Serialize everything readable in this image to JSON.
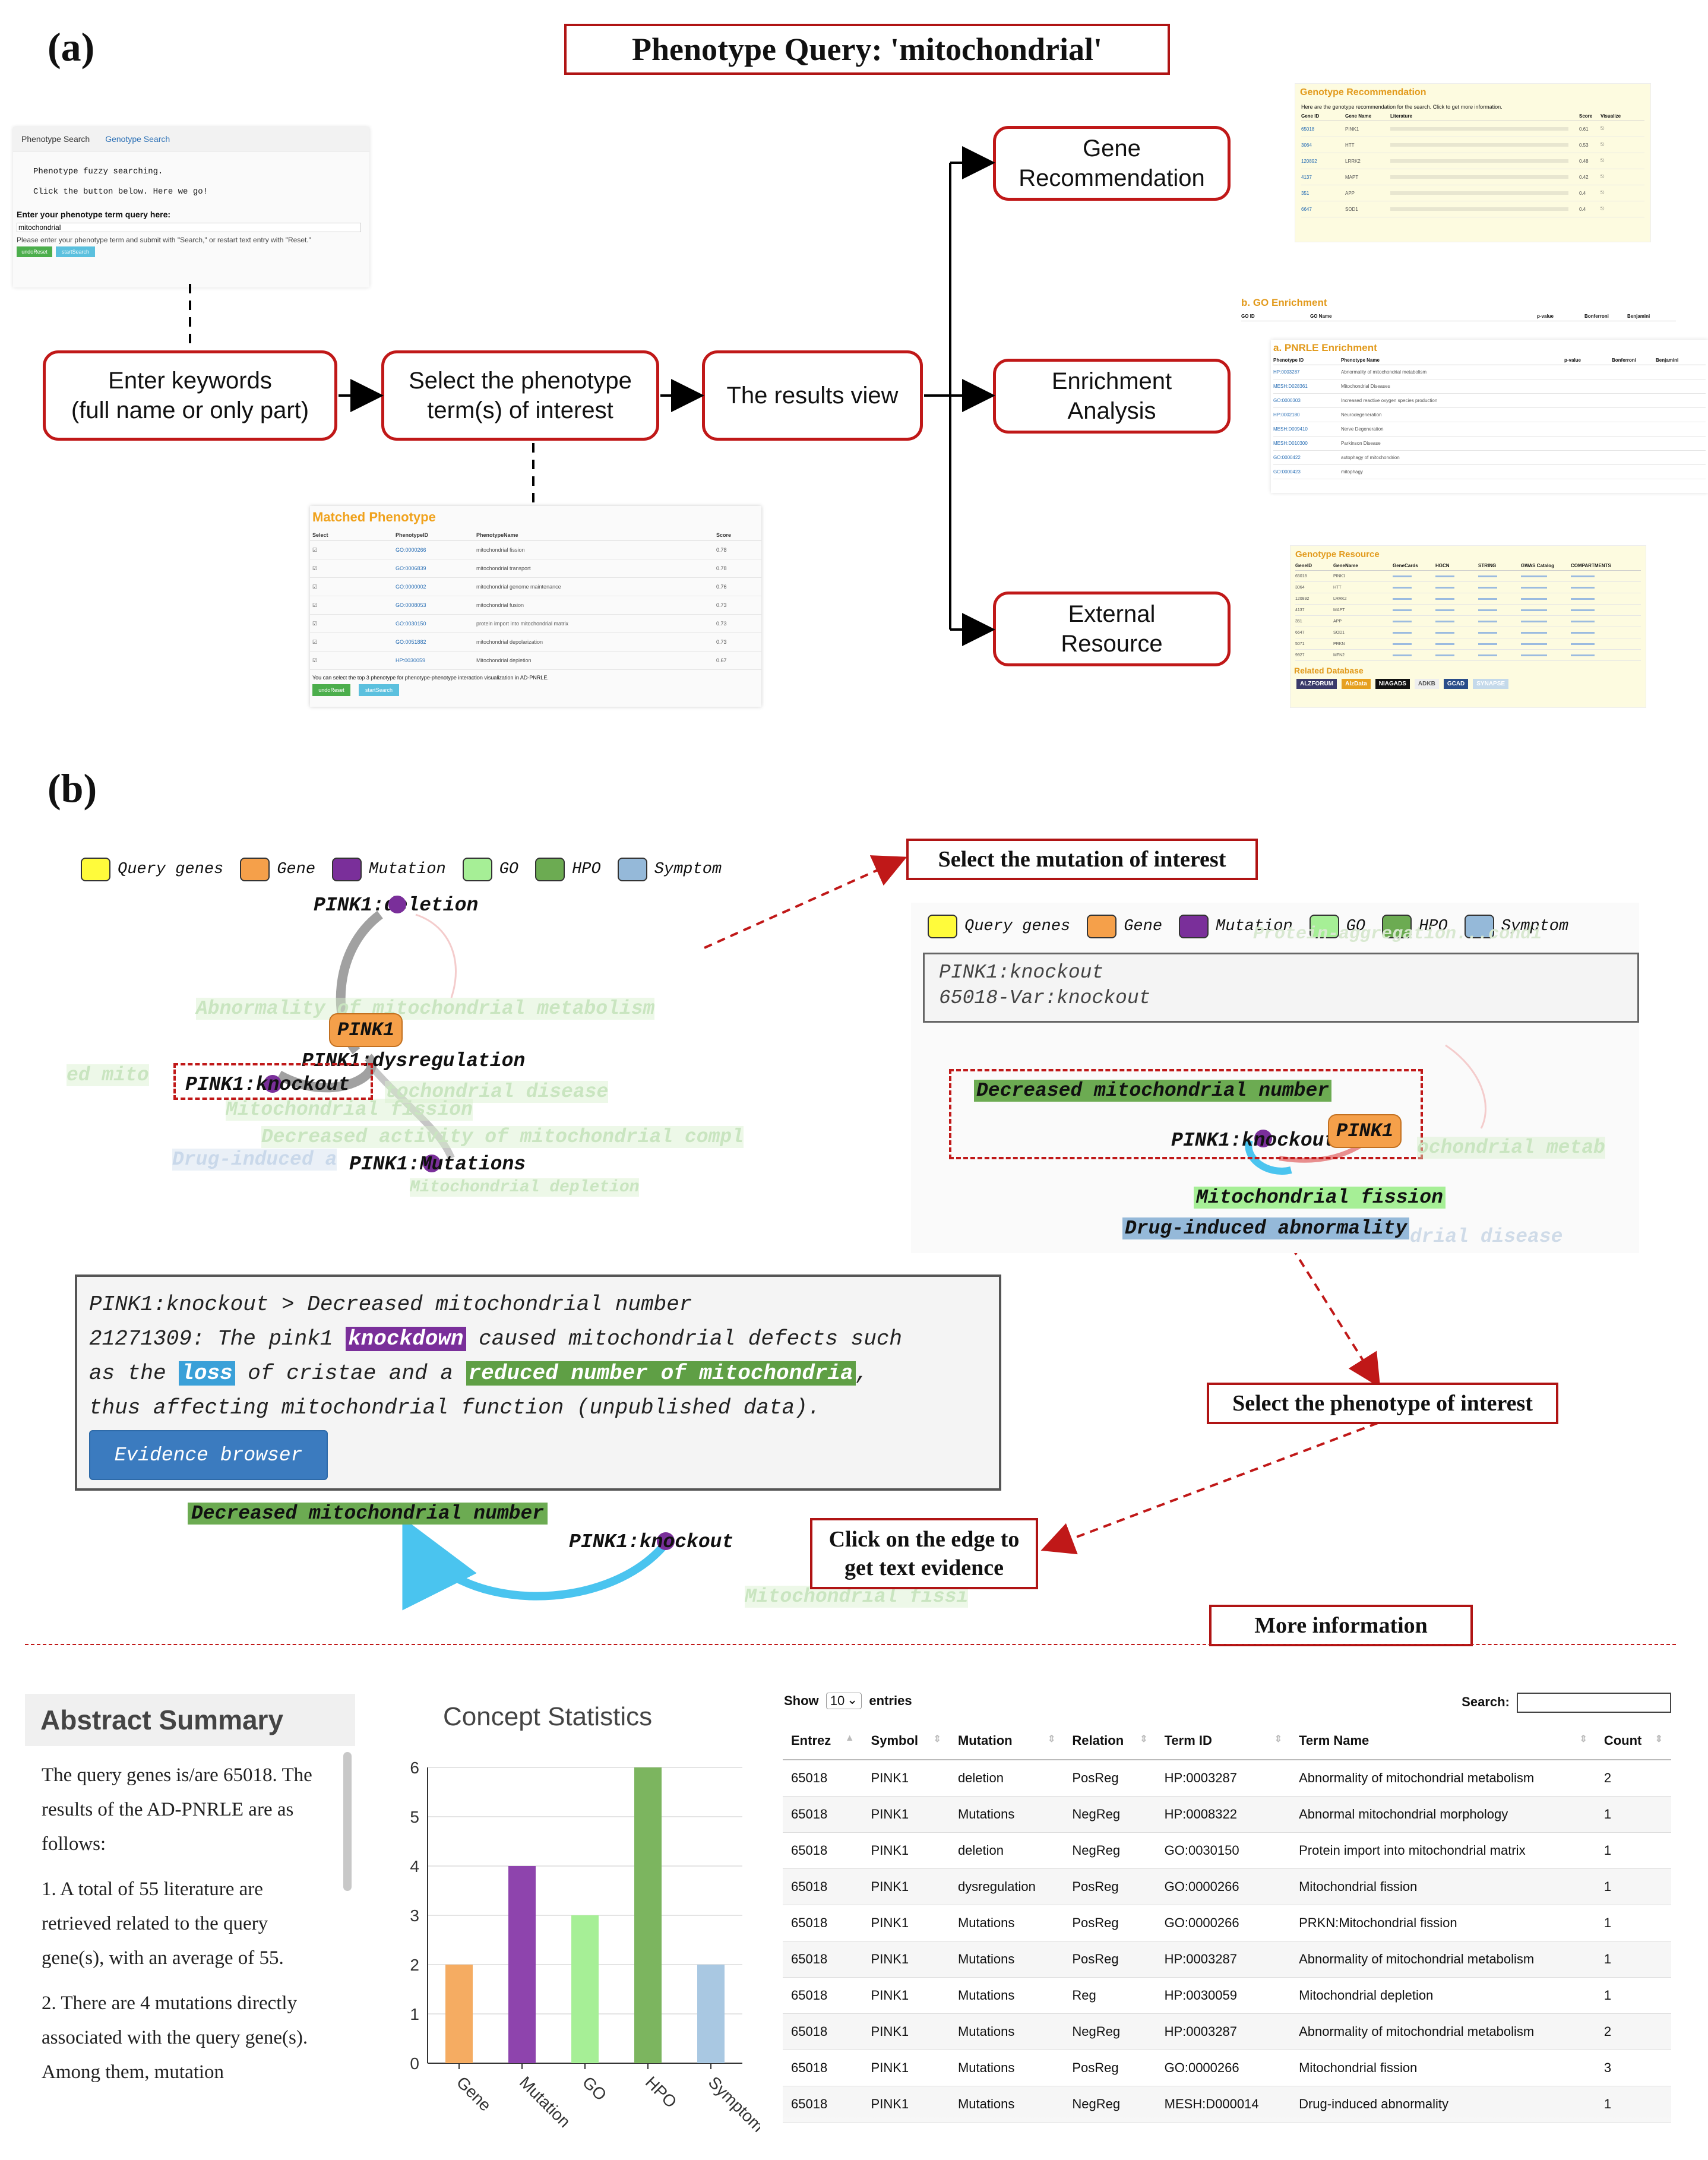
{
  "part_a": {
    "label": "(a)",
    "title": "Phenotype Query: 'mitochondrial'",
    "flow": {
      "enter": "Enter keywords\n(full name or only part)",
      "select": "Select the phenotype\nterm(s) of interest",
      "results": "The results view",
      "gene_rec": "Gene\nRecommendation",
      "enrich": "Enrichment\nAnalysis",
      "external": "External\nResource"
    },
    "search_panel": {
      "tab1": "Phenotype Search",
      "tab2": "Genotype Search",
      "line1": "Phenotype fuzzy searching.",
      "line2": "Click the button below. Here we go!",
      "prompt": "Enter your phenotype term query here:",
      "value": "mitochondrial",
      "hint": "Please enter your phenotype term and submit with \"Search,\" or restart text entry with \"Reset.\"",
      "btn1": "undoReset",
      "btn2": "startSearch"
    },
    "matched_panel": {
      "title": "Matched Phenotype",
      "headers": [
        "Select",
        "PhenotypeID",
        "PhenotypeName",
        "Score"
      ],
      "rows": [
        [
          "GO:0000266",
          "mitochondrial fission",
          "0.78"
        ],
        [
          "GO:0006839",
          "mitochondrial transport",
          "0.78"
        ],
        [
          "GO:0000002",
          "mitochondrial genome maintenance",
          "0.76"
        ],
        [
          "GO:0008053",
          "mitochondrial fusion",
          "0.73"
        ],
        [
          "GO:0030150",
          "protein import into mitochondrial matrix",
          "0.73"
        ],
        [
          "GO:0051882",
          "mitochondrial depolarization",
          "0.73"
        ],
        [
          "HP:0030059",
          "Mitochondrial depletion",
          "0.67"
        ]
      ],
      "footer": "You can select the top 3 phenotype for phenotype-phenotype interaction visualization in AD-PNRLE.",
      "btn1": "undoReset",
      "btn2": "startSearch"
    },
    "gene_panel": {
      "title": "Genotype Recommendation",
      "subtitle": "Here are the genotype recommendation for the search. Click to get more information.",
      "headers": [
        "Gene ID",
        "Gene Name",
        "Literature",
        "Score",
        "Visualize"
      ],
      "rows": [
        [
          "65018",
          "PINK1",
          "0.61"
        ],
        [
          "3064",
          "HTT",
          "0.53"
        ],
        [
          "120892",
          "LRRK2",
          "0.48"
        ],
        [
          "4137",
          "MAPT",
          "0.42"
        ],
        [
          "351",
          "APP",
          "0.4"
        ],
        [
          "6647",
          "SOD1",
          "0.4"
        ]
      ]
    },
    "go_panel": {
      "title": "b. GO Enrichment",
      "headers": [
        "GO ID",
        "GO Name",
        "p-value",
        "Bonferroni",
        "Benjamini"
      ]
    },
    "pnrle_panel": {
      "title": "a. PNRLE Enrichment",
      "headers": [
        "Phenotype ID",
        "Phenotype Name",
        "p-value",
        "Bonferroni",
        "Benjamini"
      ],
      "rows": [
        [
          "HP:0003287",
          "Abnormality of mitochondrial metabolism"
        ],
        [
          "MESH:D028361",
          "Mitochondrial Diseases"
        ],
        [
          "GO:0000303",
          "Increased reactive oxygen species production"
        ],
        [
          "HP:0002180",
          "Neurodegeneration"
        ],
        [
          "MESH:D009410",
          "Nerve Degeneration"
        ],
        [
          "MESH:D010300",
          "Parkinson Disease"
        ],
        [
          "GO:0000422",
          "autophagy of mitochondrion"
        ],
        [
          "GO:0000423",
          "mitophagy"
        ]
      ]
    },
    "ext_panel": {
      "title": "Genotype Resource",
      "headers": [
        "GeneID",
        "GeneName",
        "GeneCards",
        "HGCN",
        "STRING",
        "GWAS Catalog",
        "COMPARTMENTS"
      ],
      "rows": [
        [
          "65018",
          "PINK1"
        ],
        [
          "3064",
          "HTT"
        ],
        [
          "120892",
          "LRRK2"
        ],
        [
          "4137",
          "MAPT"
        ],
        [
          "351",
          "APP"
        ],
        [
          "6647",
          "SOD1"
        ],
        [
          "5071",
          "PRKN"
        ],
        [
          "9927",
          "MFN2"
        ]
      ],
      "related": "Related Database",
      "logos": [
        "ALZFORUM",
        "AlzData",
        "NIAGADS",
        "ADKB",
        "GCAD",
        "SYNAPSE"
      ]
    }
  },
  "part_b": {
    "label": "(b)",
    "legend": [
      "Query genes",
      "Gene",
      "Mutation",
      "GO",
      "HPO",
      "Symptom"
    ],
    "colors": {
      "query": "#fffb3b",
      "gene": "#f5a04a",
      "mutation": "#7a2f9a",
      "go": "#a6ef96",
      "hpo": "#6cab52",
      "symptom": "#95b9d9"
    },
    "callouts": {
      "mutation": "Select the mutation of interest",
      "phenotype": "Select the phenotype of interest",
      "edge": "Click on the edge to\nget text evidence",
      "more": "More information"
    },
    "graph1": {
      "deletion": "PINK1:deletion",
      "ghost1": "Abnormality of mitochondrial metabolism",
      "pink1": "PINK1",
      "dysreg": "PINK1:dysregulation",
      "ghost2": "ed mito",
      "knockout": "PINK1:knockout",
      "ghost3": "tochondrial disease",
      "ghost4": "Mitochondrial fission",
      "ghost5": "Decreased activity of mitochondrial compl",
      "ghost6": "Drug-induced a",
      "mutations": "PINK1:Mutations",
      "ghost7": "Mitochondrial depletion"
    },
    "graph2": {
      "info_line1": "PINK1:knockout",
      "info_line2": "65018-Var:knockout",
      "ghost_top": "Protein-aggregation...condi",
      "decreased": "Decreased mitochondrial number",
      "knockout": "PINK1:knockout",
      "pink1": "PINK1",
      "ghost_right": "ochondrial metab",
      "fission": "Mitochondrial fission",
      "drug": "Drug-induced abnormality",
      "ghost_disease": "drial disease"
    },
    "evidence": {
      "head": "PINK1:knockout > Decreased mitochondrial number",
      "pmid": "21271309: The pink1 ",
      "k1": "knockdown",
      "t1": " caused mitochondrial defects such",
      "t2": "as the ",
      "k2": "loss",
      "t3": " of cristae and a ",
      "k3": "reduced number of mitochondria",
      "t4": ",",
      "t5": "thus affecting mitochondrial function (unpublished data).",
      "btn": "Evidence browser"
    },
    "graph3": {
      "decreased": "Decreased mitochondrial number",
      "knockout": "PINK1:knockout",
      "ghost": "Mitochondrial fissi"
    },
    "abstract": {
      "title": "Abstract Summary",
      "p1": "The query genes is/are 65018. The results of the AD-PNRLE are as follows:",
      "p2": "1. A total of 55 literature are retrieved related to the query gene(s), with an average of 55.",
      "p3": "2. There are 4 mutations directly associated with the query gene(s). Among them, mutation"
    },
    "table": {
      "show": "Show",
      "show_val": "10",
      "entries": "entries",
      "search": "Search:",
      "headers": [
        "Entrez",
        "Symbol",
        "Mutation",
        "Relation",
        "Term ID",
        "Term Name",
        "Count"
      ],
      "rows": [
        [
          "65018",
          "PINK1",
          "deletion",
          "PosReg",
          "HP:0003287",
          "Abnormality of mitochondrial metabolism",
          "2"
        ],
        [
          "65018",
          "PINK1",
          "Mutations",
          "NegReg",
          "HP:0008322",
          "Abnormal mitochondrial morphology",
          "1"
        ],
        [
          "65018",
          "PINK1",
          "deletion",
          "NegReg",
          "GO:0030150",
          "Protein import into mitochondrial matrix",
          "1"
        ],
        [
          "65018",
          "PINK1",
          "dysregulation",
          "PosReg",
          "GO:0000266",
          "Mitochondrial fission",
          "1"
        ],
        [
          "65018",
          "PINK1",
          "Mutations",
          "PosReg",
          "GO:0000266",
          "PRKN:Mitochondrial fission",
          "1"
        ],
        [
          "65018",
          "PINK1",
          "Mutations",
          "PosReg",
          "HP:0003287",
          "Abnormality of mitochondrial metabolism",
          "1"
        ],
        [
          "65018",
          "PINK1",
          "Mutations",
          "Reg",
          "HP:0030059",
          "Mitochondrial depletion",
          "1"
        ],
        [
          "65018",
          "PINK1",
          "Mutations",
          "NegReg",
          "HP:0003287",
          "Abnormality of mitochondrial metabolism",
          "2"
        ],
        [
          "65018",
          "PINK1",
          "Mutations",
          "PosReg",
          "GO:0000266",
          "Mitochondrial fission",
          "3"
        ],
        [
          "65018",
          "PINK1",
          "Mutations",
          "NegReg",
          "MESH:D000014",
          "Drug-induced abnormality",
          "1"
        ]
      ]
    }
  },
  "chart_data": {
    "type": "bar",
    "title": "Concept Statistics",
    "categories": [
      "Gene",
      "Mutation",
      "GO",
      "HPO",
      "Symptom"
    ],
    "values": [
      2,
      4,
      3,
      6,
      2
    ],
    "colors": [
      "#f5ac62",
      "#8e44ad",
      "#a6ef96",
      "#7cb55f",
      "#a9c8e2"
    ],
    "ylim": [
      0,
      6
    ],
    "yticks": [
      0,
      1,
      2,
      3,
      4,
      5,
      6
    ],
    "xlabel": "",
    "ylabel": ""
  }
}
